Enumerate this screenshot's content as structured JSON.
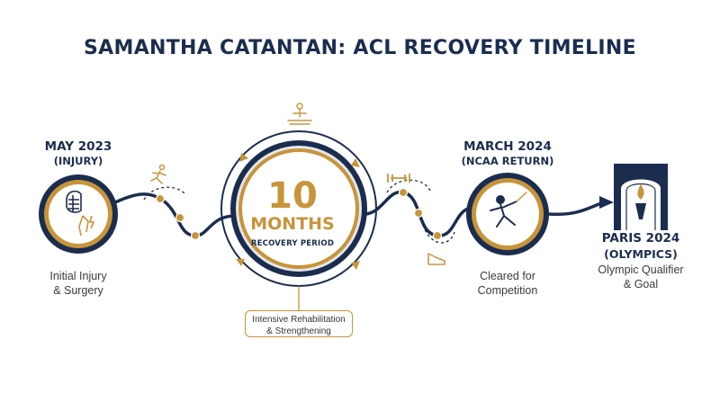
{
  "title": "SAMANTHA CATANTAN: ACL RECOVERY TIMELINE",
  "colors": {
    "navy": "#1b2d4f",
    "gold": "#c8943a"
  },
  "milestones": {
    "injury": {
      "heading": "MAY 2023",
      "sub": "(INJURY)",
      "desc_line1": "Initial Injury",
      "desc_line2": "& Surgery",
      "icon": "fencer-knee-injury-icon"
    },
    "recovery": {
      "number": "10",
      "unit": "MONTHS",
      "caption": "RECOVERY PERIOD",
      "box_line1": "Intensive Rehabilitation",
      "box_line2": "& Strengthening"
    },
    "ncaa": {
      "heading": "MARCH 2024",
      "sub": "(NCAA RETURN)",
      "desc_line1": "Cleared for",
      "desc_line2": "Competition",
      "icon": "fencer-lunge-icon"
    },
    "paris": {
      "heading": "PARIS 2024",
      "sub": "(OLYMPICS)",
      "desc_line1": "Olympic Qualifier",
      "desc_line2": "& Goal",
      "icon": "olympic-torch-arch-icon"
    }
  },
  "decor_icons": [
    "running-icon",
    "physio-massage-icon",
    "dumbbell-icon",
    "sneaker-icon"
  ]
}
